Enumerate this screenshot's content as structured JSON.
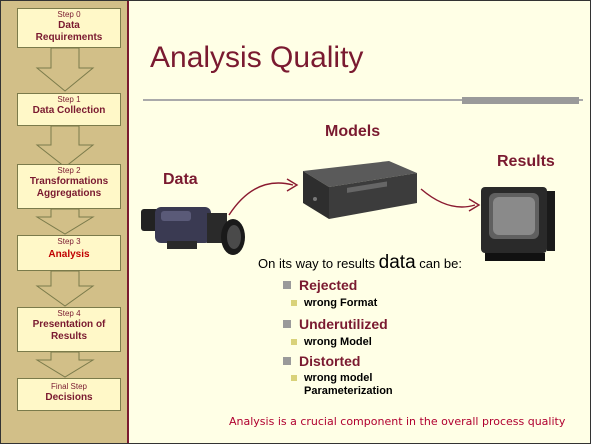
{
  "steps": [
    {
      "small": "Step 0",
      "big": "Data Requirements"
    },
    {
      "small": "Step 1",
      "big": "Data Collection"
    },
    {
      "small": "Step 2",
      "big": "Transformations Aggregations"
    },
    {
      "small": "Step 3",
      "big": "Analysis"
    },
    {
      "small": "Step 4",
      "big": "Presentation of Results"
    },
    {
      "small": "Final Step",
      "big": "Decisions"
    }
  ],
  "slide": {
    "title": "Analysis Quality",
    "labels": {
      "data": "Data",
      "models": "Models",
      "results": "Results"
    },
    "intro_before": "On its way to results",
    "intro_emph": "data",
    "intro_after": "can be:",
    "bullets": [
      {
        "label": "Rejected",
        "sub": [
          "wrong Format"
        ]
      },
      {
        "label": "Underutilized",
        "sub": [
          "wrong Model"
        ]
      },
      {
        "label": "Distorted",
        "sub": [
          "wrong model",
          "Parameterization"
        ]
      }
    ],
    "footer": "Analysis is a crucial component in the overall process quality"
  },
  "colors": {
    "accent": "#7a1a30",
    "active_step": "#c00000",
    "sidebar": "#d2bf88",
    "background": "#ffffe6"
  }
}
